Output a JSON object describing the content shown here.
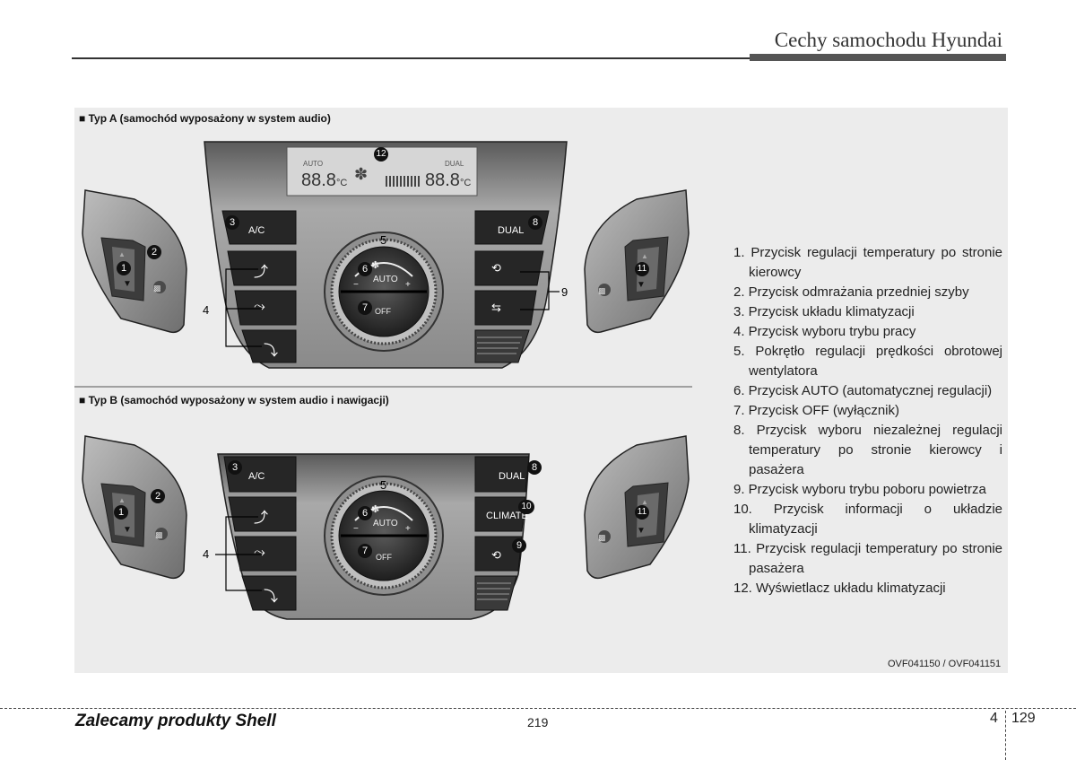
{
  "header": {
    "title": "Cechy samochodu Hyundai"
  },
  "typeA": {
    "label": "Typ A (samochód wyposażony w system audio)",
    "display": {
      "auto": "AUTO",
      "dual": "DUAL",
      "left_temp": "88.8",
      "right_temp": "88.8",
      "unit": "°C"
    },
    "ac": "A/C",
    "dual": "DUAL",
    "auto": "AUTO",
    "off": "OFF",
    "callouts": {
      "n1": "1",
      "n2": "2",
      "n3": "3",
      "n4": "4",
      "n5": "5",
      "n6": "6",
      "n7": "7",
      "n8": "8",
      "n9": "9",
      "n11": "11",
      "n12": "12"
    }
  },
  "typeB": {
    "label": "Typ B (samochód wyposażony w system audio i nawigacji)",
    "ac": "A/C",
    "dual": "DUAL",
    "climate": "CLIMATE",
    "auto": "AUTO",
    "off": "OFF",
    "callouts": {
      "n1": "1",
      "n2": "2",
      "n3": "3",
      "n4": "4",
      "n5": "5",
      "n6": "6",
      "n7": "7",
      "n8": "8",
      "n9": "9",
      "n10": "10",
      "n11": "11"
    }
  },
  "legend": [
    "1. Przycisk regulacji temperatury po stronie kierowcy",
    "2. Przycisk odmrażania przedniej szyby",
    "3. Przycisk układu klimatyzacji",
    "4. Przycisk wyboru trybu pracy",
    "5. Pokrętło regulacji prędkości obrotowej wentylatora",
    "6. Przycisk AUTO (automatycznej regulacji)",
    "7. Przycisk OFF (wyłącznik)",
    "8. Przycisk wyboru niezależnej regulacji temperatury po stronie kierowcy i pasażera",
    "9. Przycisk wyboru trybu poboru powietrza",
    "10. Przycisk informacji o układzie klimatyzacji",
    "11. Przycisk regulacji temperatury po stronie pasażera",
    "12. Wyświetlacz układu klimatyzacji"
  ],
  "image_ref": "OVF041150 / OVF041151",
  "footer": {
    "brand": "Zalecamy produkty Shell",
    "page": "219",
    "chapter": "4",
    "number": "129"
  }
}
